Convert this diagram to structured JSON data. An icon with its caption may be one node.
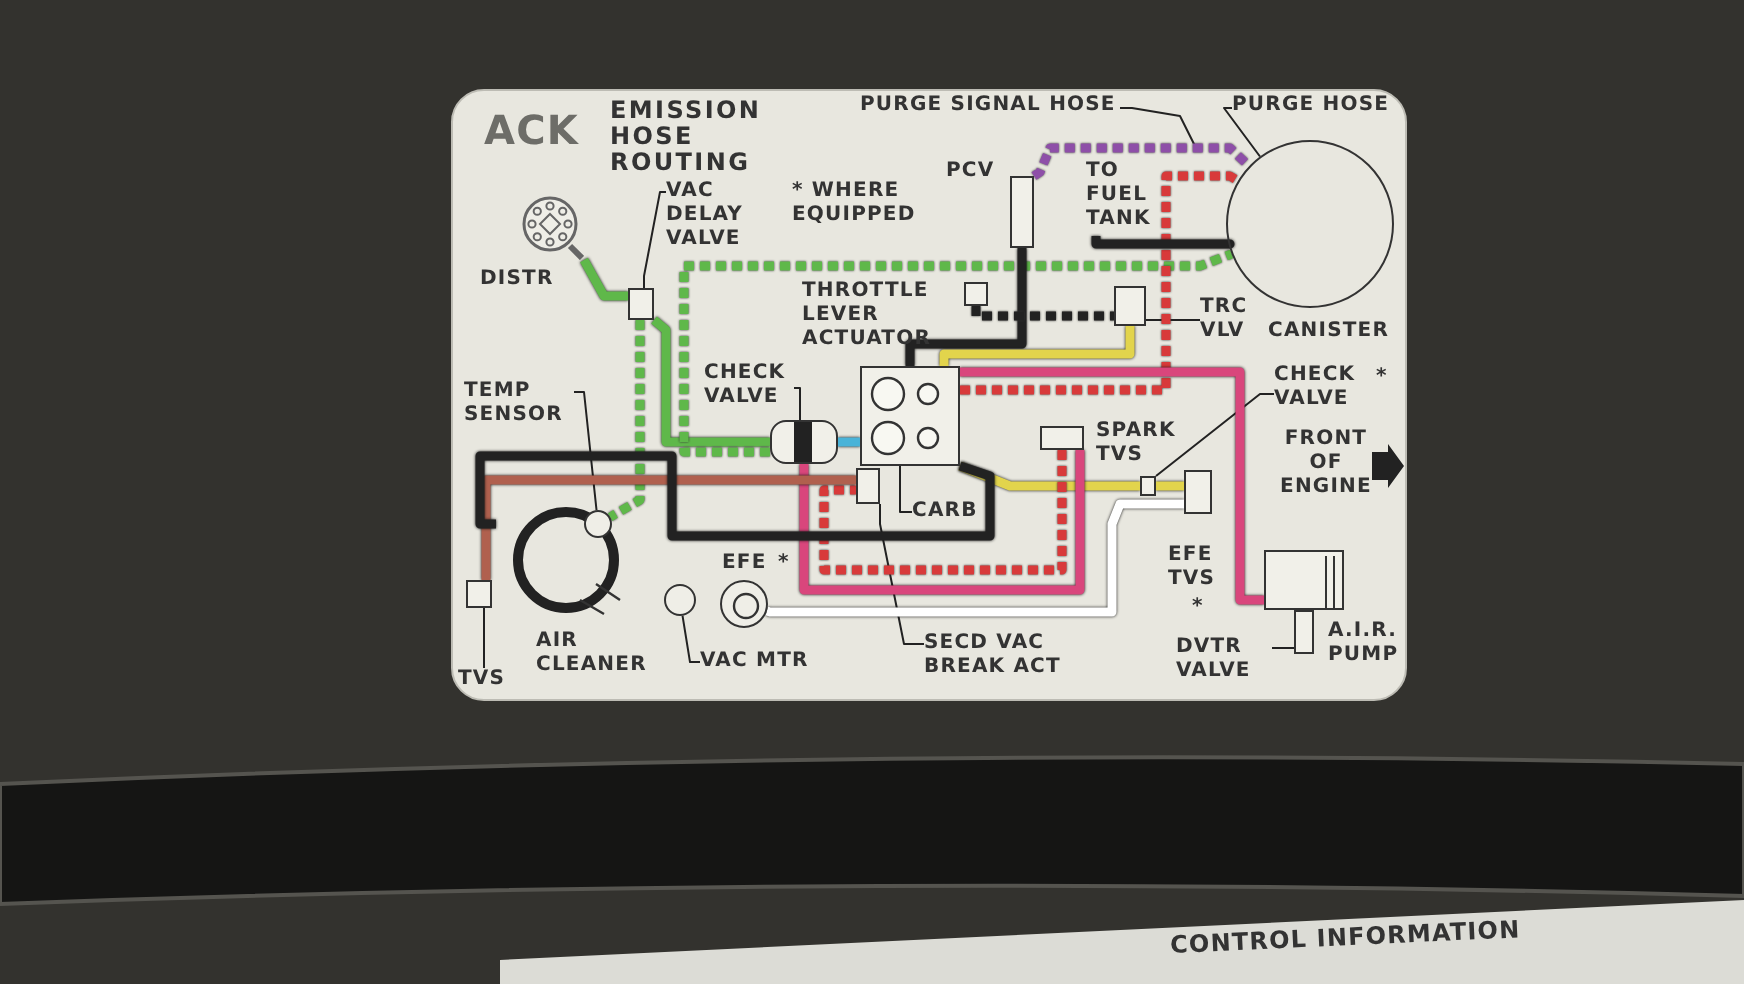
{
  "diagram": {
    "title": "EMISSION HOSE ROUTING",
    "nodes": [
      {
        "text": [],
        "shape": "picture",
        "beside": [
          "DISTR"
        ]
      },
      {
        "text": [
          "VAC DELAY VALVE"
        ]
      },
      {
        "text": [],
        "shape": "box"
      },
      {
        "text": [
          "PURGE SIGNAL HOSE"
        ]
      },
      {
        "text": [
          "PURGE HOSE"
        ]
      },
      {
        "text": [],
        "shape": "box",
        "beside": [
          "PCV"
        ]
      },
      {
        "text": [
          "TO FUEL TANK"
        ]
      },
      {
        "text": [],
        "shape": "circle",
        "beside": [
          "CANISTER"
        ]
      },
      {
        "text": [],
        "shape": "box",
        "beside": [
          "THROTTLE LEVER ACTUATOR"
        ]
      },
      {
        "text": [
          "TRC VLV"
        ]
      },
      {
        "text": [],
        "shape": "box"
      },
      {
        "text": [
          "CHECK VALVE"
        ]
      },
      {
        "text": [],
        "shape": "cylinder"
      },
      {
        "text": [],
        "shape": "box"
      },
      {
        "text": [
          "CARB"
        ]
      },
      {
        "text": [],
        "shape": "box",
        "beside": [
          "SPARK TVS"
        ]
      },
      {
        "text": [
          "CHECK VALVE"
        ]
      },
      {
        "text": [],
        "shape": "box"
      },
      {
        "text": [],
        "shape": "box",
        "beside": [
          "EFE TVS",
          "*"
        ]
      },
      {
        "text": [
          "TEMP SENSOR"
        ]
      },
      {
        "text": [],
        "shape": "picture",
        "beside": [
          "AIR CLEANER"
        ]
      },
      {
        "text": [],
        "shape": "circle",
        "in": 20
      },
      {
        "text": [
          "TVS"
        ]
      },
      {
        "text": [],
        "shape": "box"
      },
      {
        "text": [
          "VAC MTR"
        ]
      },
      {
        "text": [],
        "shape": "circle"
      },
      {
        "text": [],
        "shape": "circle",
        "beside": [
          "EFE",
          "*"
        ]
      },
      {
        "text": [
          "SECD VAC BREAK ACT"
        ]
      },
      {
        "text": [],
        "shape": "box"
      },
      {
        "text": [
          "DVTR VALVE"
        ]
      },
      {
        "text": [],
        "shape": "box"
      },
      {
        "text": [],
        "shape": "box",
        "beside": [
          "A.I.R. PUMP"
        ]
      }
    ],
    "edges": [
      {
        "from": 1,
        "to": 2,
        "arrow": "none"
      },
      {
        "from": 3,
        "to": null,
        "arrow": "none"
      },
      {
        "from": 4,
        "to": 7,
        "arrow": "none"
      },
      {
        "from": 9,
        "to": 10,
        "arrow": "none"
      },
      {
        "from": 11,
        "to": 12,
        "arrow": "none"
      },
      {
        "from": 14,
        "to": 13,
        "arrow": "none"
      },
      {
        "from": 16,
        "to": 17,
        "arrow": "none"
      },
      {
        "from": 19,
        "to": 21,
        "arrow": "none"
      },
      {
        "from": 22,
        "to": 23,
        "arrow": "none"
      },
      {
        "from": 24,
        "to": 25,
        "arrow": "none"
      },
      {
        "from": 27,
        "to": 28,
        "arrow": "none"
      },
      {
        "from": 29,
        "to": 30,
        "arrow": "none"
      },
      {
        "from": 0,
        "to": 2,
        "arrow": "none",
        "color": "#5fb84a"
      },
      {
        "from": 2,
        "to": 21,
        "arrow": "none",
        "style": "dashed",
        "color": "#5fb84a"
      },
      {
        "from": 2,
        "to": 12,
        "arrow": "none",
        "color": "#5fb84a"
      },
      {
        "from": 12,
        "to": 7,
        "arrow": "none",
        "style": "dashed",
        "color": "#5fb84a"
      },
      {
        "from": 12,
        "to": 13,
        "arrow": "none",
        "color": "#49b3d8"
      },
      {
        "from": 5,
        "to": 13,
        "arrow": "none",
        "color": "#222222"
      },
      {
        "from": 5,
        "to": 7,
        "arrow": "none",
        "style": "dashed",
        "color": "#8e4fa8"
      },
      {
        "from": 8,
        "to": 10,
        "arrow": "none",
        "style": "dashed",
        "color": "#222222"
      },
      {
        "from": 10,
        "to": 13,
        "arrow": "none",
        "color": "#e2d44c"
      },
      {
        "from": 13,
        "to": 7,
        "arrow": "none",
        "style": "dashed",
        "color": "#d83a3a"
      },
      {
        "from": 6,
        "to": 7,
        "arrow": "none",
        "color": "#222222"
      },
      {
        "from": 13,
        "to": 17,
        "arrow": "none",
        "color": "#e2d44c"
      },
      {
        "from": 17,
        "to": 18,
        "arrow": "none",
        "color": "#e2d44c"
      },
      {
        "from": 18,
        "to": 26,
        "arrow": "none",
        "color": "#ffffff"
      },
      {
        "from": 15,
        "to": 28,
        "arrow": "none",
        "style": "dashed",
        "color": "#d83a3a"
      },
      {
        "from": 15,
        "to": 12,
        "arrow": "none",
        "color": "#d9467c"
      },
      {
        "from": 13,
        "to": 31,
        "arrow": "none",
        "color": "#d9467c"
      },
      {
        "from": 23,
        "to": 28,
        "arrow": "none",
        "color": "#b0604e"
      },
      {
        "from": 20,
        "to": 13,
        "arrow": "none",
        "color": "#222222"
      }
    ],
    "labels": [
      "ACK",
      "* WHERE EQUIPPED",
      "*",
      "FRONT OF ENGINE",
      "CONTROL INFORMATION"
    ]
  }
}
